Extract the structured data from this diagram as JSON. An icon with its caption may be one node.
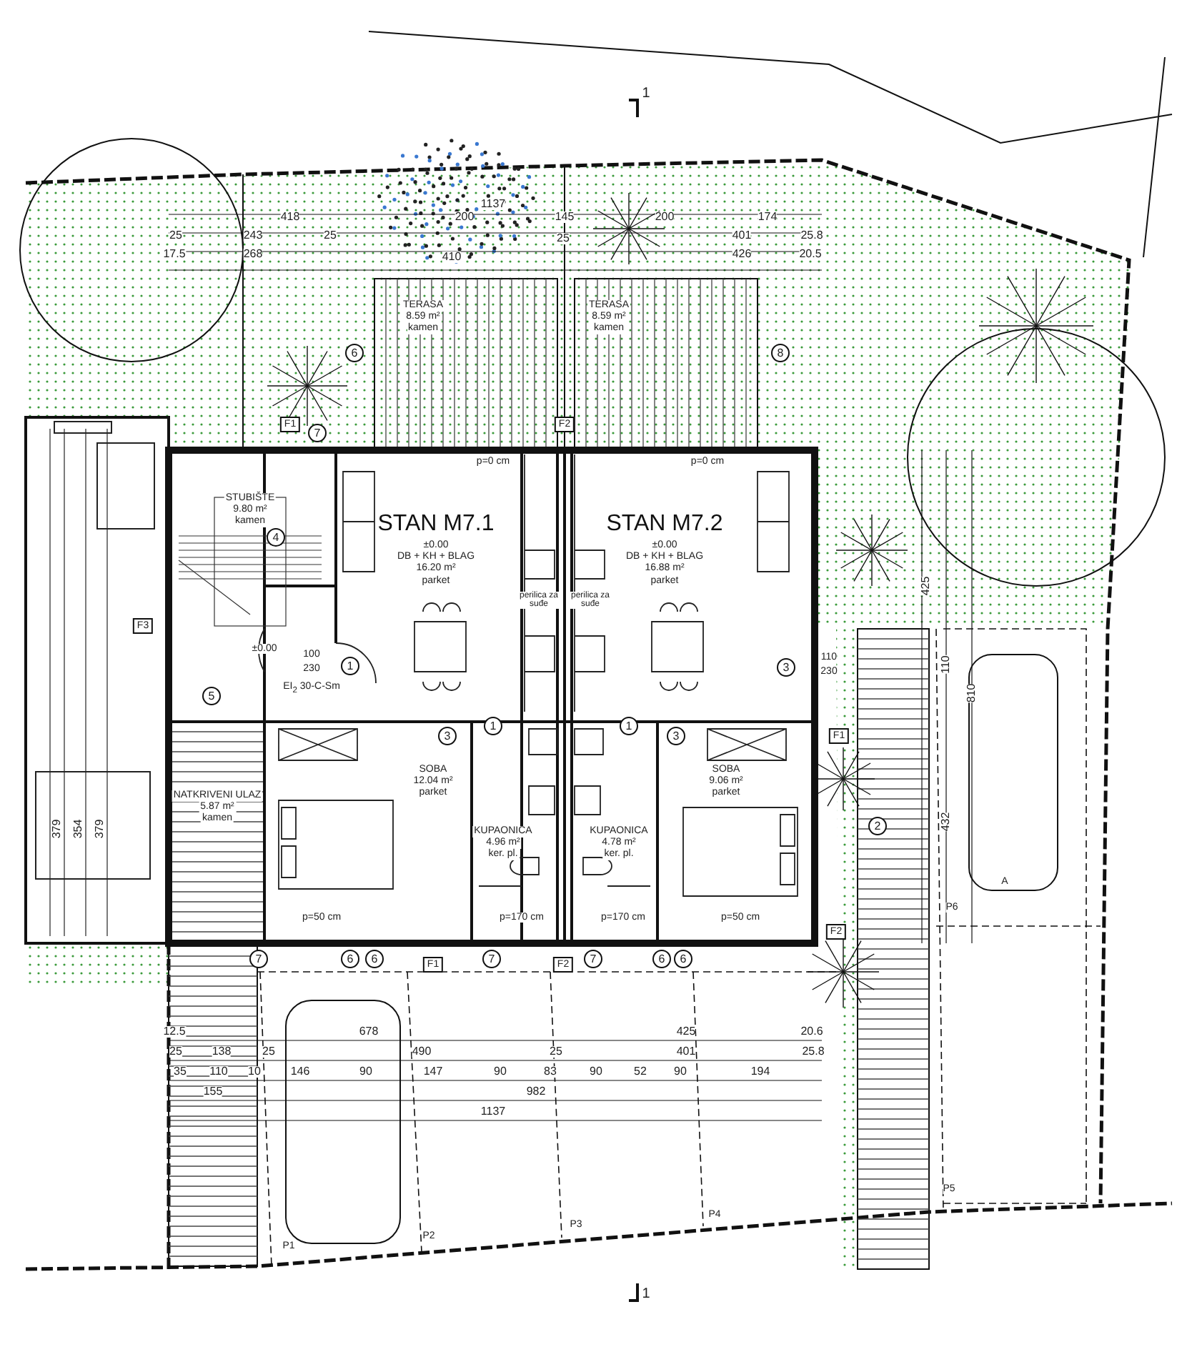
{
  "diagram": {
    "nodes": [
      {
        "text": [
          "TERASA",
          "8.59 m²",
          "kamen"
        ]
      },
      {
        "text": [
          "TERASA",
          "8.59 m²",
          "kamen"
        ]
      },
      {
        "text": [
          "STUBIŠTE",
          "9.80 m²",
          "kamen"
        ]
      },
      {
        "text": [
          "STAN M7.1",
          "±0.00",
          "DB + KH + BLAG",
          "16.20 m²",
          "parket"
        ]
      },
      {
        "text": [
          "STAN M7.2",
          "±0.00",
          "DB + KH + BLAG",
          "16.88 m²",
          "parket"
        ]
      },
      {
        "text": [
          "SOBA",
          "12.04 m²",
          "parket"
        ]
      },
      {
        "text": [
          "KUPAONICA",
          "4.96 m²",
          "ker. pl."
        ]
      },
      {
        "text": [
          "KUPAONICA",
          "4.78 m²",
          "ker. pl."
        ]
      },
      {
        "text": [
          "SOBA",
          "9.06 m²",
          "parket"
        ]
      },
      {
        "text": [
          "NATKRIVENI ULAZ",
          "5.87 m²",
          "kamen"
        ]
      }
    ],
    "labels": [
      "1",
      "1137",
      "418",
      "200",
      "145",
      "200",
      "174",
      "25",
      "243",
      "25",
      "25",
      "401",
      "25.8",
      "17.5",
      "268",
      "410",
      "426",
      "20.5",
      "6",
      "8",
      "F1",
      "7",
      "F2",
      "p=0 cm",
      "p=0 cm",
      "4",
      "F3",
      "±0.00",
      "100",
      "230",
      "1",
      "EI$_{2}$ 30-C-Sm",
      "5",
      "perilica za suđe",
      "perilica za suđe",
      "3",
      "110",
      "230",
      "3",
      "1",
      "1",
      "3",
      "F1",
      "p=50 cm",
      "p=170 cm",
      "p=170 cm",
      "p=50 cm",
      "F2",
      "7",
      "6",
      "6",
      "F1",
      "7",
      "F2",
      "7",
      "6",
      "6",
      "425",
      "110",
      "810",
      "379",
      "354",
      "379",
      "2",
      "432",
      "P6",
      "A",
      "12.5",
      "678",
      "425",
      "20.6",
      "25",
      "138",
      "25",
      "490",
      "25",
      "401",
      "25.8",
      "35",
      "110",
      "10",
      "146",
      "90",
      "147",
      "90",
      "83",
      "90",
      "52",
      "90",
      "194",
      "155",
      "982",
      "1137",
      "P1",
      "P2",
      "P3",
      "P4",
      "P5",
      "1"
    ]
  }
}
